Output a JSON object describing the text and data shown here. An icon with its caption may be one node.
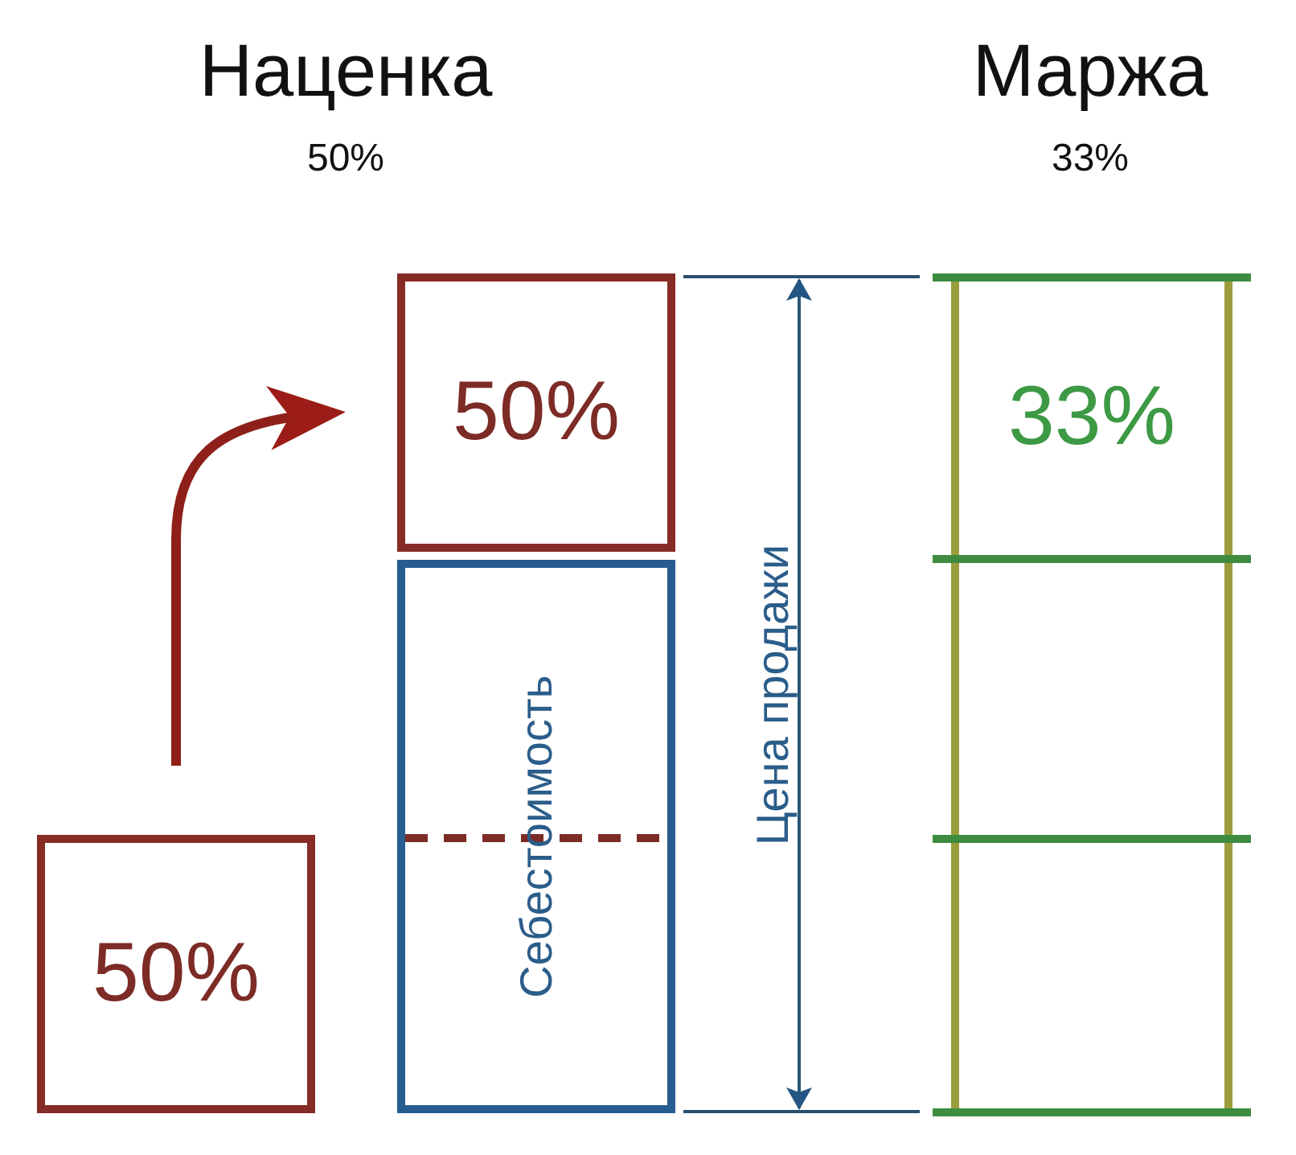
{
  "diagram": {
    "nodes": [
      {
        "text": [
          "50%"
        ]
      },
      {
        "text": [
          "50%"
        ]
      },
      {
        "text": [
          "Себестоимость"
        ]
      },
      {
        "text": [
          "33%"
        ]
      },
      {
        "text": [],
        "shape": "box"
      },
      {
        "text": [],
        "shape": "box"
      }
    ],
    "edges": [
      {
        "from": 0,
        "to": 1,
        "arrow": "to"
      }
    ],
    "labels": [
      "Наценка",
      "Маржа",
      "50%",
      "33%",
      "Цена продажи"
    ]
  }
}
